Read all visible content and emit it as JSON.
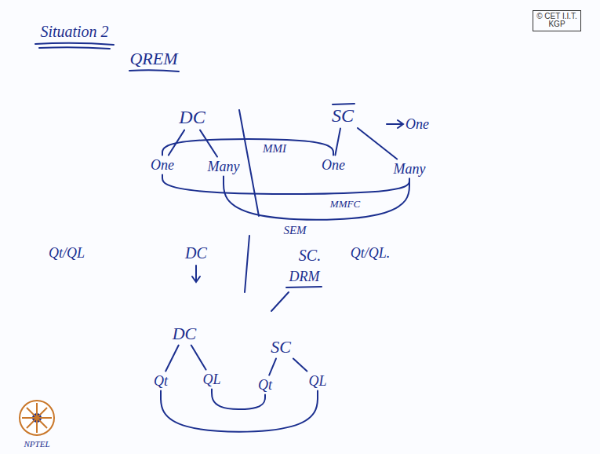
{
  "diagram": {
    "nodes": [
      {
        "text": [
          "DC"
        ]
      },
      {
        "text": [
          "One"
        ]
      },
      {
        "text": [
          "Many"
        ]
      },
      {
        "text": [
          "SC"
        ]
      },
      {
        "text": [
          "One"
        ]
      },
      {
        "text": [
          "Many"
        ]
      },
      {
        "text": [
          "DC"
        ]
      },
      {
        "text": [
          "Qt"
        ]
      },
      {
        "text": [
          "QL"
        ]
      },
      {
        "text": [
          "SC"
        ]
      },
      {
        "text": [
          "Qt"
        ]
      },
      {
        "text": [
          "QL"
        ]
      }
    ],
    "edges": [
      {
        "from": 0,
        "to": 1,
        "arrow": "none"
      },
      {
        "from": 0,
        "to": 2,
        "arrow": "none"
      },
      {
        "from": 3,
        "to": 4,
        "arrow": "none"
      },
      {
        "from": 3,
        "to": 5,
        "arrow": "none"
      },
      {
        "from": 1,
        "to": 4,
        "arrow": "none"
      },
      {
        "from": 1,
        "to": 5,
        "label": "MMFC",
        "arrow": "none"
      },
      {
        "from": 2,
        "to": 5,
        "label": "SEM",
        "arrow": "none"
      },
      {
        "from": 6,
        "to": 7,
        "arrow": "none"
      },
      {
        "from": 6,
        "to": 8,
        "arrow": "none"
      },
      {
        "from": 9,
        "to": 10,
        "arrow": "none"
      },
      {
        "from": 9,
        "to": 11,
        "arrow": "none"
      },
      {
        "from": 8,
        "to": 10,
        "arrow": "none"
      },
      {
        "from": 7,
        "to": 11,
        "arrow": "none"
      }
    ],
    "labels": [
      "Situation 2",
      "QREM",
      "One",
      "MMI",
      "Qt/QL",
      "DC",
      "SC.",
      "Qt/QL.",
      "DRM",
      "© CET I.I.T. KGP",
      "NPTEL"
    ]
  }
}
